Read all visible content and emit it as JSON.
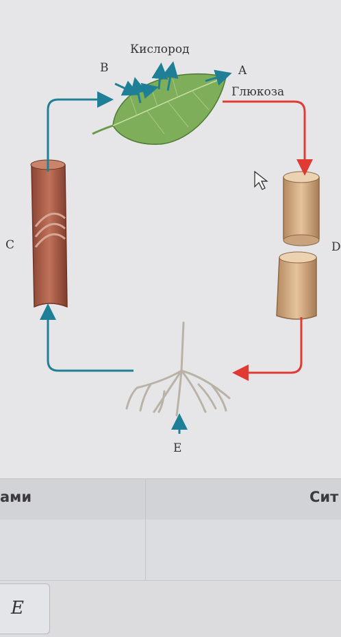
{
  "diagram": {
    "label_oxygen": "Кислород",
    "label_glucose": "Глюкоза",
    "label_a": "A",
    "label_b": "B",
    "label_c": "C",
    "label_d": "D",
    "label_e": "E",
    "colors": {
      "water_flow": "#1f7f96",
      "sugar_flow": "#e03a35",
      "leaf": "#7fae5a",
      "xylem": "#a65a44",
      "phloem": "#d9b48c"
    }
  },
  "table": {
    "header_left": "ами",
    "header_right": "Сит"
  },
  "answer": {
    "value": "E"
  }
}
